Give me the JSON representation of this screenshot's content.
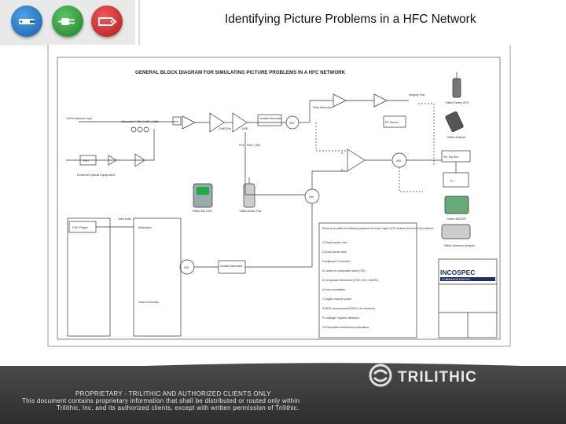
{
  "header": {
    "title": "Identifying Picture Problems in a HFC Network",
    "icons": [
      {
        "name": "remote-control-icon",
        "color": "#1f6fb8"
      },
      {
        "name": "plug-icon",
        "color": "#2e9a3a"
      },
      {
        "name": "tag-icon",
        "color": "#d02626"
      }
    ]
  },
  "diagram": {
    "title": "GENERAL BLOCK DIAGRAM FOR SIMULATING PICTURE PROBLEMS IN A HFC NETWORK",
    "labels": {
      "tofrom": "To/Fm Network Input",
      "splitter": "Attenuator 0-3dB, 0-6dB, 0-6dB",
      "variable_att": "Variable Attenuator",
      "loss1": "-10dB (Pct)",
      "loss2": "-10dB",
      "pad_fixed": "Fixed Pad (7 dB)",
      "way2_a": "2W",
      "way2_b": "2W",
      "way2_c": "2W",
      "way4": "4W",
      "fiber": "Port",
      "ext_optical": "External Optical Equipment",
      "meter1": "Trilithic 860 DSPi",
      "meter2": "Trilithic Model Plus",
      "variable_att2": "Variable Attenuator",
      "amp_in": "A",
      "amp_out": "B",
      "dvd": "DVD Player",
      "video": "Video Audio",
      "modulator": "Modulator",
      "noise": "Noise Generator",
      "integrity": "Integrity Test",
      "splitter_up": "Fiber Attenuator",
      "source": "RF Source",
      "settop": "Set Top Box",
      "tv": "TV",
      "trilithic_gps": "Trilithic Sweep GPS",
      "trilithic_field": "Trilithic Analyzer",
      "trilithic_860": "Trilithic 860DSPi",
      "spectrum": "Trilithic Spectrum Analyzer",
      "inco": "INCOSPEC",
      "inco_sub": "COMMUNICATIONS INC.",
      "checklist_head": "Setup to simulate the following impairments when Legal CATV Network is set to 3 test carriers:",
      "checklist": [
        "1-Visual carrier loss",
        "2-Aural carrier level",
        "3-Adjacent Ch carriers",
        "4-Carrier to composite noise (C/N)",
        "5-Composite distortions (CTB, CSO, XMOD)",
        "6-Hum modulation",
        "7-Digital channel power",
        "8-MER measurement/ BER error behavior",
        "9-Leakage / ingress detection",
        "10-Reception interference indications"
      ]
    }
  },
  "footer": {
    "brand": "TRILITHIC",
    "prop_line1": "PROPRIETARY - TRILITHIC AND AUTHORIZED CLIENTS ONLY",
    "prop_line2": "This document contains proprietary information that shall be distributed or routed only within",
    "prop_line3": "Trilithic, Inc. and its authorized clients, except with written permission of Trilithic."
  }
}
